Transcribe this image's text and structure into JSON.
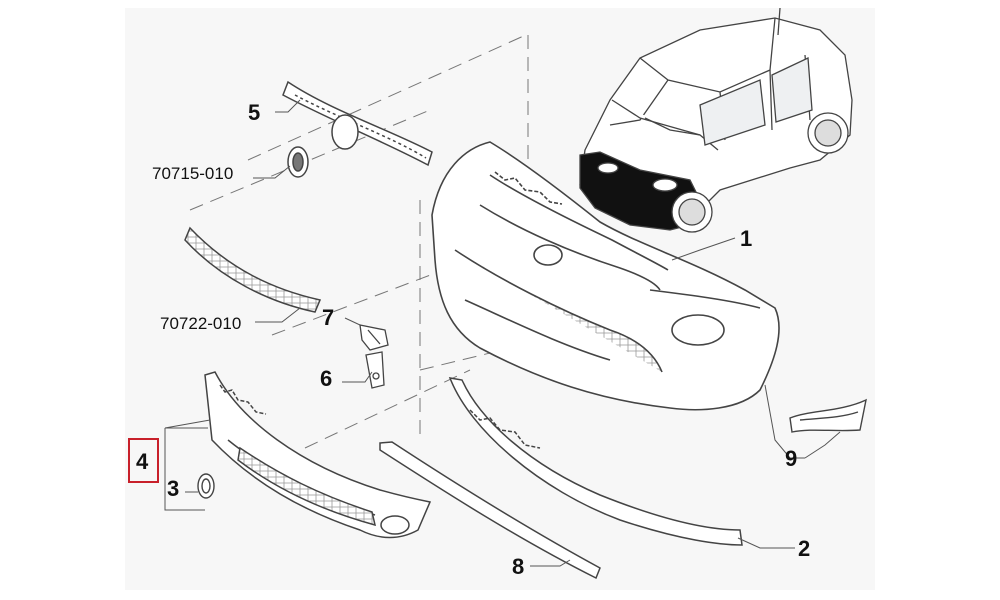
{
  "diagram": {
    "highlight_color": "#c8202a",
    "line_color": "#555555",
    "background_color": "#f7f7f7",
    "callouts": {
      "part_1": "1",
      "part_2": "2",
      "part_3": "3",
      "part_4": "4",
      "part_5": "5",
      "part_6": "6",
      "part_7": "7",
      "part_8": "8",
      "part_9": "9",
      "code_a": "70715-010",
      "code_b": "70722-010"
    },
    "highlighted_callout": "4"
  }
}
